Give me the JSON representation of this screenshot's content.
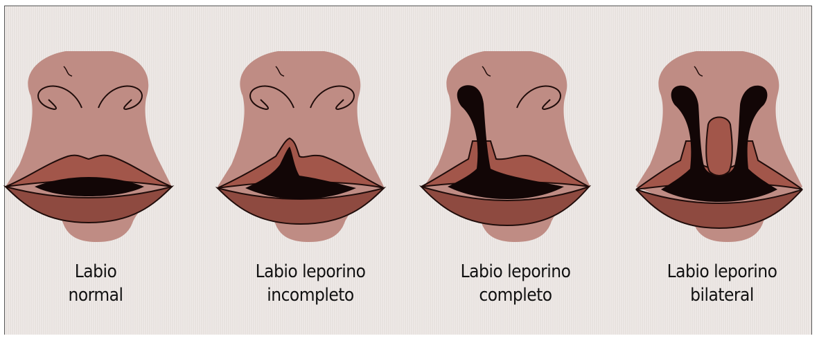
{
  "colors": {
    "background": "#ede7e4",
    "skin": "#bf8c84",
    "lip": "#a2564a",
    "lip_dark": "#8e4a40",
    "cleft": "#120606",
    "outline": "#1f0c0a"
  },
  "figures": [
    {
      "id": "normal",
      "caption_line1": "Labio",
      "caption_line2": "normal"
    },
    {
      "id": "incomplete",
      "caption_line1": "Labio leporino",
      "caption_line2": "incompleto"
    },
    {
      "id": "complete",
      "caption_line1": "Labio leporino",
      "caption_line2": "completo"
    },
    {
      "id": "bilateral",
      "caption_line1": "Labio leporino",
      "caption_line2": "bilateral"
    }
  ]
}
